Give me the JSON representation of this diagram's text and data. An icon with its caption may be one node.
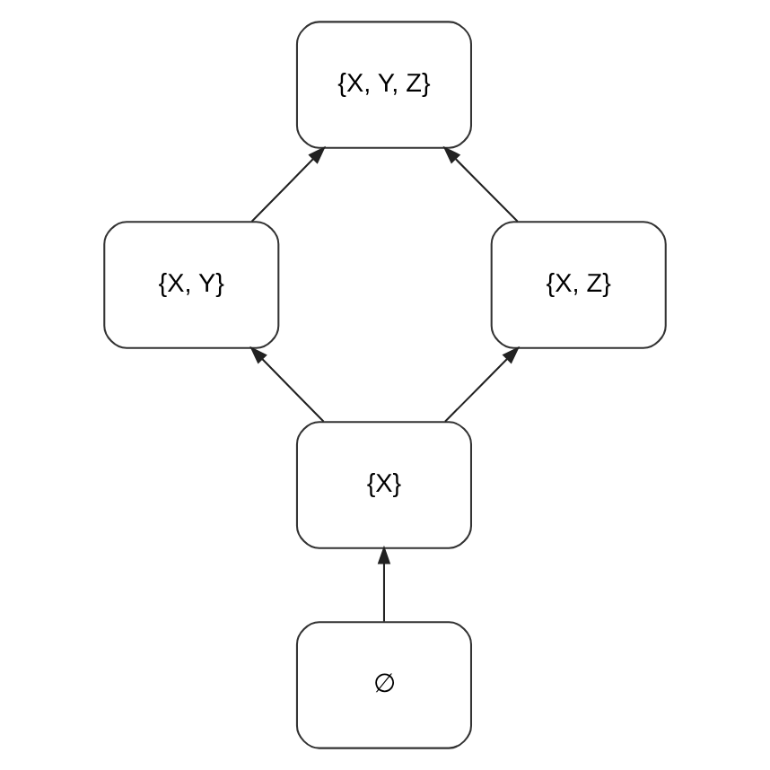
{
  "diagram": {
    "nodes": [
      {
        "text": [
          "{X, Y, Z}"
        ]
      },
      {
        "text": [
          "{X, Y}"
        ]
      },
      {
        "text": [
          "{X, Z}"
        ]
      },
      {
        "text": [
          "{X}"
        ]
      },
      {
        "text": [
          "∅"
        ]
      }
    ],
    "edges": [
      {
        "from": 4,
        "to": 3,
        "arrow": "to"
      },
      {
        "from": 3,
        "to": 1,
        "arrow": "to"
      },
      {
        "from": 3,
        "to": 2,
        "arrow": "to"
      },
      {
        "from": 1,
        "to": 0,
        "arrow": "to"
      },
      {
        "from": 2,
        "to": 0,
        "arrow": "to"
      }
    ]
  }
}
